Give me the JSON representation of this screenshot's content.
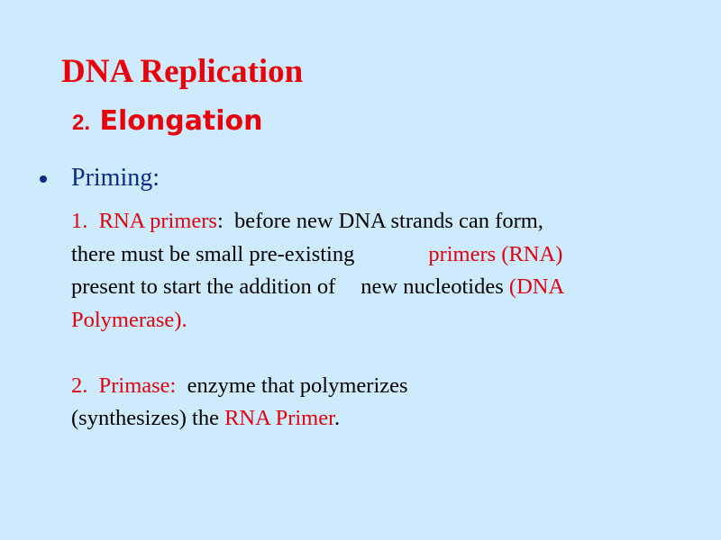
{
  "slide": {
    "background_color": "#cdebfd",
    "title": "DNA Replication",
    "subtitle_number": "2.",
    "subtitle_text": "Elongation",
    "accent_color": "#e8000b",
    "bullet": {
      "label": "Priming:",
      "color": "#0a2a8c"
    },
    "items": [
      {
        "number": "1.",
        "term": "RNA primers",
        "lines": {
          "l1_colon": ":",
          "l1_rest": "before new DNA strands can form,",
          "l2_a": "there must be small pre-existing",
          "l2_red": "primers (RNA)",
          "l3_a": "present to start the addition of",
          "l3_b": "new nucleotides",
          "l3_red": "(DNA",
          "l4_red": "Polymerase)."
        }
      },
      {
        "number": "2.",
        "term": "Primase:",
        "lines": {
          "l1_rest": "enzyme that polymerizes",
          "l2_a": "(synthesizes) the",
          "l2_red": "RNA Primer",
          "l2_end": "."
        }
      }
    ]
  }
}
